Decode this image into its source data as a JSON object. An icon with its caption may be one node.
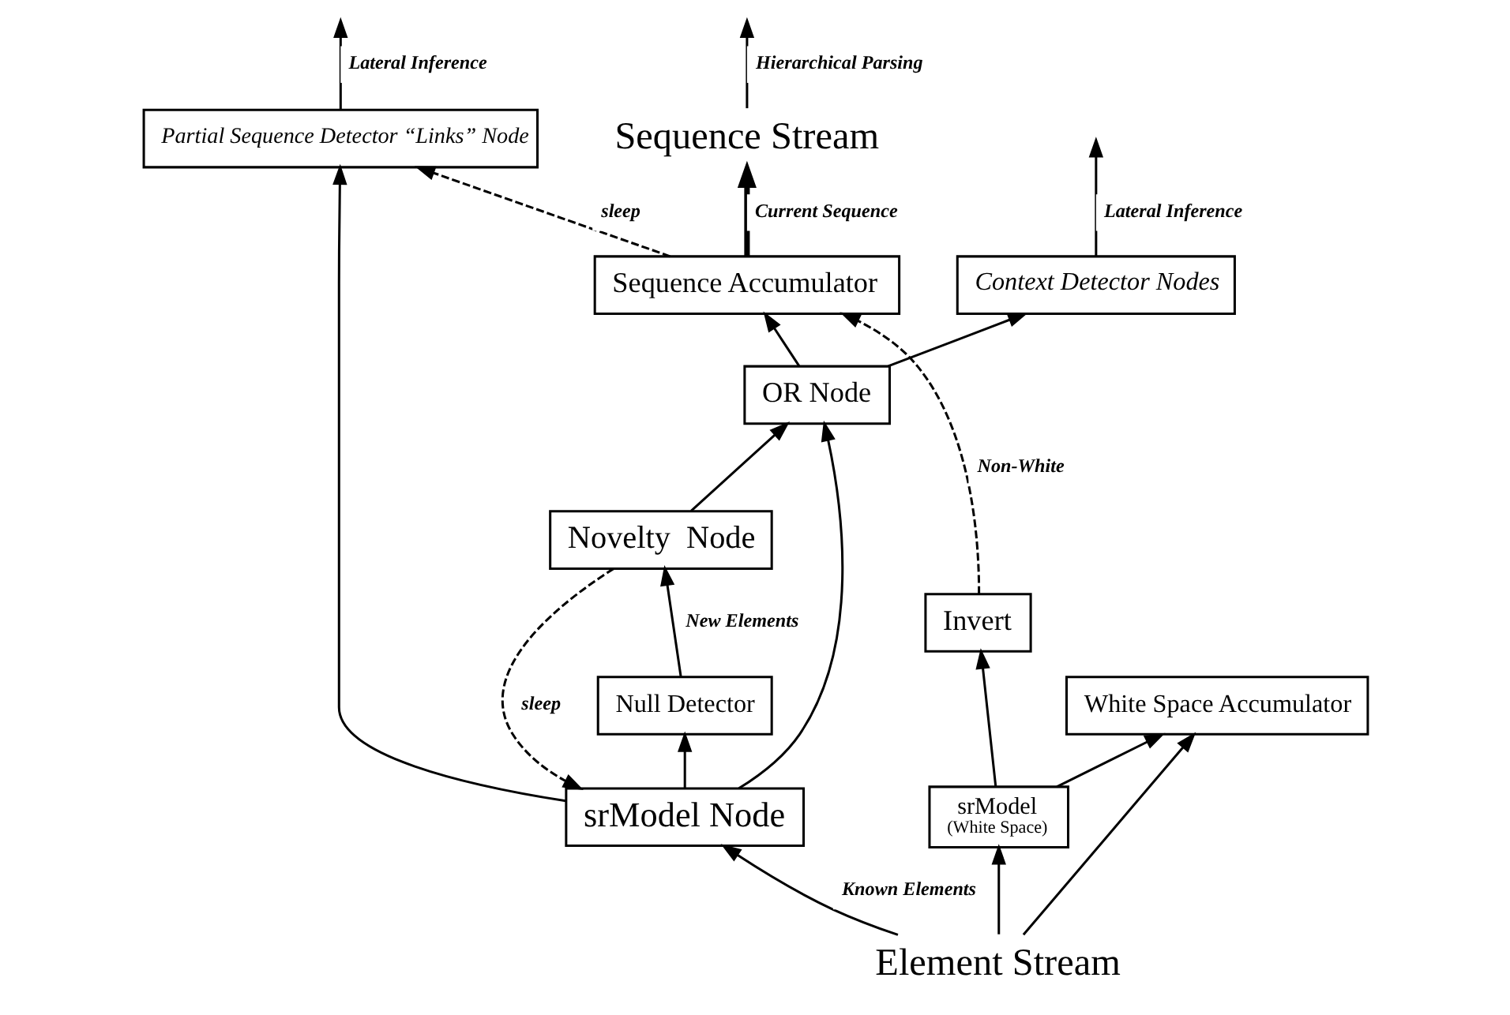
{
  "diagram": {
    "nodes": [
      {
        "text": [
          "Sequence Stream"
        ]
      },
      {
        "text": [
          "Sequence Accumulator"
        ]
      },
      {
        "text": [
          "Context Detector Nodes"
        ]
      },
      {
        "text": [
          "OR Node"
        ]
      },
      {
        "text": [
          "Partial Sequence Detector “Links” Node"
        ]
      },
      {
        "text": [
          "Novelty  Node"
        ]
      },
      {
        "text": [
          "Invert"
        ]
      },
      {
        "text": [
          "White Space Accumulator"
        ]
      },
      {
        "text": [
          "srModel Node"
        ]
      },
      {
        "text": [
          "Null Detector"
        ]
      },
      {
        "text": [
          "srModel",
          "(White Space)"
        ]
      },
      {
        "text": [
          "Element Stream"
        ]
      }
    ],
    "edges": [
      {
        "from": 1,
        "to": 0,
        "arrow": "to",
        "label": "Current Sequence",
        "style": "thick"
      },
      {
        "from": 0,
        "to": null,
        "arrow": "to",
        "label": "Hierarchical Parsing"
      },
      {
        "from": 3,
        "to": 1,
        "arrow": "to"
      },
      {
        "from": 3,
        "to": 2,
        "arrow": "to"
      },
      {
        "from": 2,
        "to": null,
        "arrow": "to",
        "label": "Lateral Inference"
      },
      {
        "from": 1,
        "to": 4,
        "arrow": "to",
        "label": "sleep",
        "style": "dashed"
      },
      {
        "from": 6,
        "to": 1,
        "arrow": "to",
        "label": "Non-White",
        "style": "dashed"
      },
      {
        "from": 8,
        "to": 3,
        "arrow": "to"
      },
      {
        "from": 5,
        "to": 3,
        "arrow": "to"
      },
      {
        "from": 4,
        "to": null,
        "arrow": "to",
        "label": "Lateral Inference"
      },
      {
        "from": 9,
        "to": 5,
        "arrow": "to",
        "label": "New Elements"
      },
      {
        "from": 5,
        "to": 8,
        "arrow": "to",
        "label": "sleep",
        "style": "dashed"
      },
      {
        "from": 8,
        "to": 4,
        "arrow": "to"
      },
      {
        "from": 8,
        "to": 9,
        "arrow": "to"
      },
      {
        "from": 10,
        "to": 6,
        "arrow": "to"
      },
      {
        "from": 10,
        "to": 7,
        "arrow": "to"
      },
      {
        "from": 11,
        "to": 8,
        "arrow": "to",
        "label": "Known Elements"
      },
      {
        "from": 11,
        "to": 10,
        "arrow": "to"
      },
      {
        "from": 11,
        "to": 7,
        "arrow": "to"
      }
    ]
  }
}
